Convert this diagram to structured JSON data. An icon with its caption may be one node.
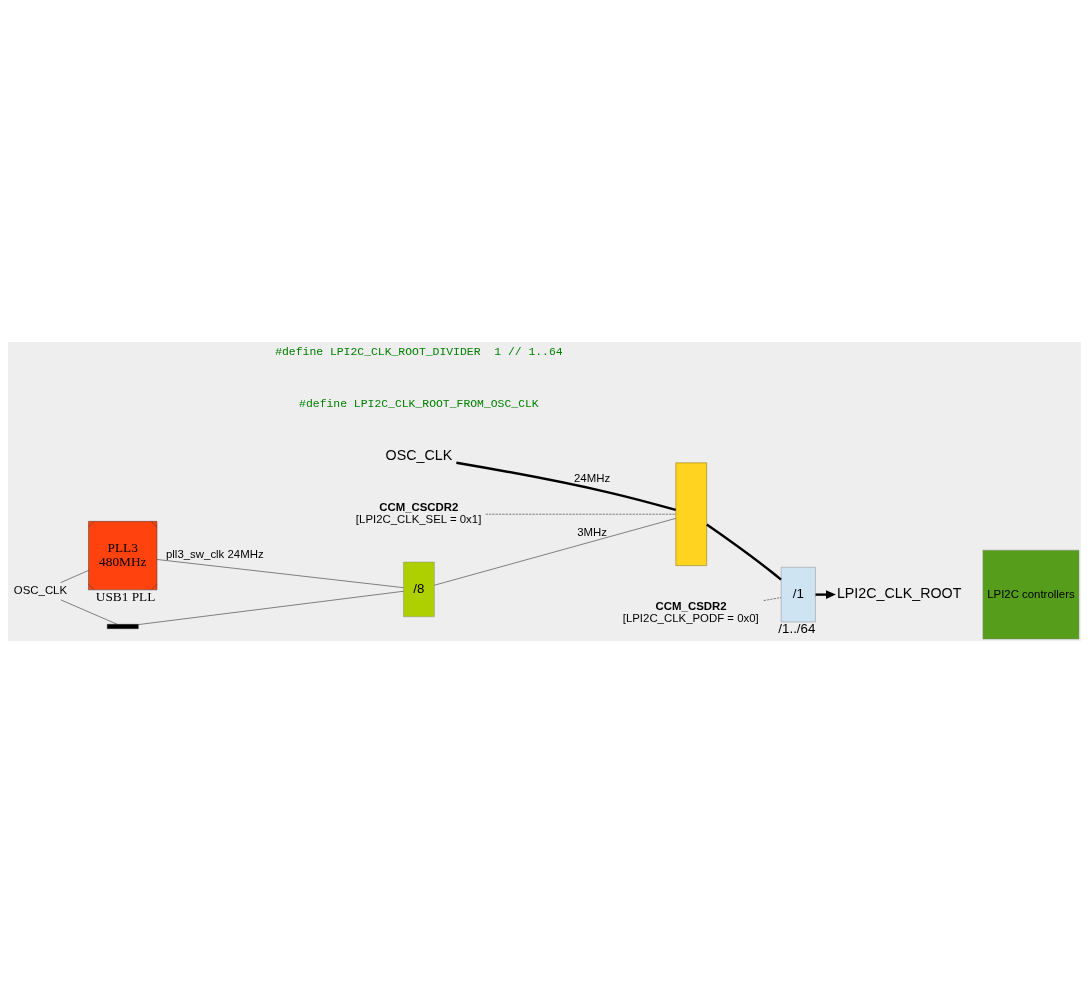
{
  "diagram": {
    "nodes": [
      {
        "text": [
          "OSC_CLK"
        ]
      },
      {
        "text": [],
        "shape": "trapezoid"
      },
      {
        "text": [
          "CCM_CSCDR2",
          "[LPI2C_CLK_SEL = 0x1]"
        ]
      },
      {
        "text": [
          "/1"
        ],
        "beside": [
          "/1../64"
        ]
      },
      {
        "text": [
          "CCM_CSDR2",
          "[LPI2C_CLK_PODF = 0x0]"
        ]
      },
      {
        "text": [
          "LPI2C_CLK_ROOT"
        ]
      },
      {
        "text": [
          "LPI2C controllers"
        ]
      },
      {
        "text": [
          "/8"
        ]
      },
      {
        "text": [
          "PLL3",
          "480MHz"
        ],
        "beside": [
          "USB1 PLL"
        ]
      },
      {
        "text": [
          "OSC_CLK"
        ]
      },
      {
        "text": [],
        "shape": "bar"
      }
    ],
    "edges": [
      {
        "from": 0,
        "to": 1,
        "arrow": "none",
        "label": "24MHz",
        "style": "thick"
      },
      {
        "from": 1,
        "to": 3,
        "arrow": "none",
        "style": "thick"
      },
      {
        "from": 3,
        "to": 5,
        "arrow": "to",
        "style": "thick"
      },
      {
        "from": 7,
        "to": 1,
        "arrow": "none",
        "label": "3MHz"
      },
      {
        "from": 8,
        "to": 7,
        "arrow": "none",
        "label": "pll3_sw_clk 24MHz"
      },
      {
        "from": 9,
        "to": 8,
        "arrow": "none"
      },
      {
        "from": 9,
        "to": 10,
        "arrow": "none"
      },
      {
        "from": 10,
        "to": 7,
        "arrow": "none"
      },
      {
        "from": 2,
        "to": 1,
        "arrow": "none",
        "style": "dashed"
      },
      {
        "from": 4,
        "to": 3,
        "arrow": "none",
        "style": "dashed"
      }
    ],
    "labels": [
      "#define LPI2C_CLK_ROOT_FROM_OSC_CLK",
      "#define LPI2C_CLK_ROOT_DIVIDER  1 // 1..64"
    ]
  }
}
